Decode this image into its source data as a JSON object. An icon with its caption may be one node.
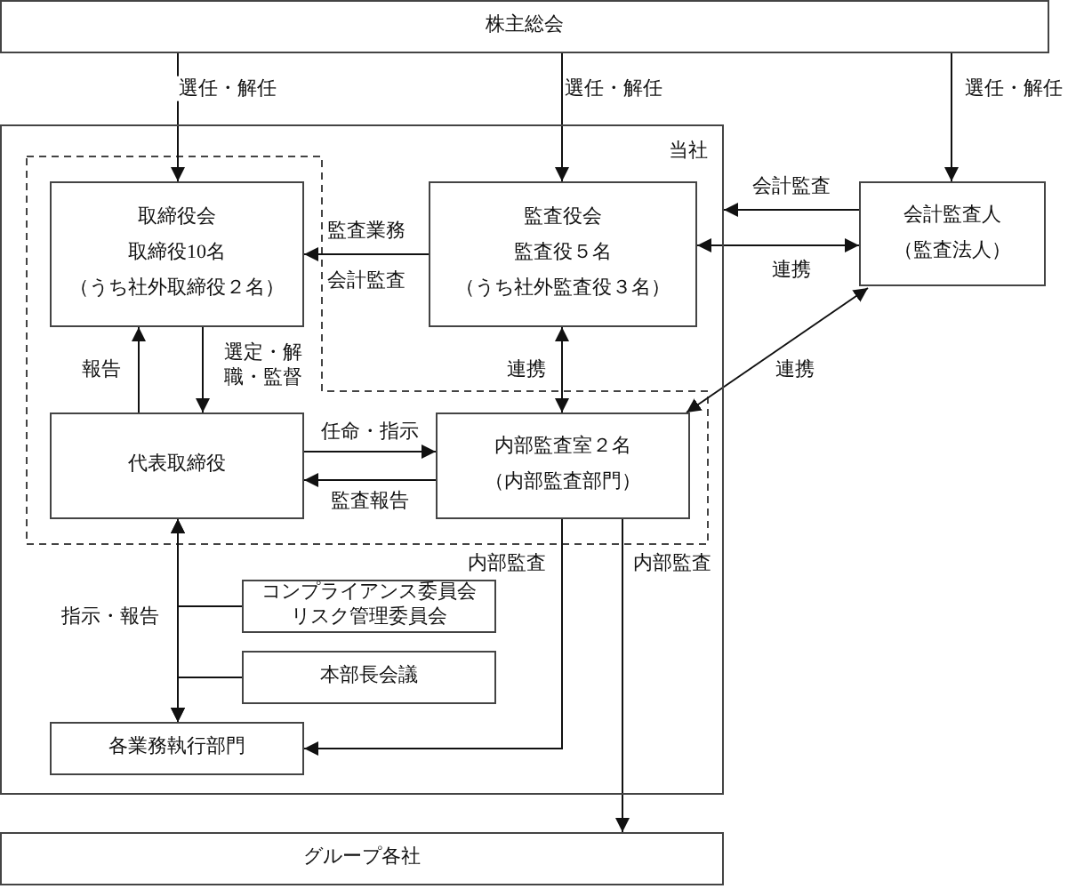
{
  "diagram": {
    "nodes": [
      {
        "text": [
          "株主総会"
        ]
      },
      {
        "text": [
          "当社"
        ]
      },
      {
        "text": [
          "取締役会",
          "取締役10名",
          "（うち社外取締役２名）"
        ],
        "in": 1
      },
      {
        "text": [
          "監査役会",
          "監査役５名",
          "（うち社外監査役３名）"
        ],
        "in": 1
      },
      {
        "text": [
          "会計監査人",
          "（監査法人）"
        ]
      },
      {
        "text": [
          "代表取締役"
        ],
        "in": 1
      },
      {
        "text": [
          "内部監査室２名",
          "（内部監査部門）"
        ],
        "in": 1
      },
      {
        "text": [
          "コンプライアンス委員会",
          "リスク管理委員会"
        ],
        "in": 1
      },
      {
        "text": [
          "本部長会議"
        ],
        "in": 1
      },
      {
        "text": [
          "各業務執行部門"
        ],
        "in": 1
      },
      {
        "text": [
          "グループ各社"
        ]
      }
    ],
    "edges": [
      {
        "from": 0,
        "to": 2,
        "arrow": "to",
        "label": "選任・解任"
      },
      {
        "from": 0,
        "to": 3,
        "arrow": "to",
        "label": "選任・解任"
      },
      {
        "from": 0,
        "to": 4,
        "arrow": "to",
        "label": "選任・解任"
      },
      {
        "from": 4,
        "to": 1,
        "arrow": "to",
        "label": "会計監査"
      },
      {
        "from": 3,
        "to": 4,
        "arrow": "both",
        "label": "連携"
      },
      {
        "from": 3,
        "to": 2,
        "arrow": "to",
        "label": "監査業務"
      },
      {
        "from": 5,
        "to": 2,
        "arrow": "to",
        "label": "報告"
      },
      {
        "from": 2,
        "to": 5,
        "arrow": "to",
        "label": "選定・解職・監督"
      },
      {
        "from": 3,
        "to": 6,
        "arrow": "both",
        "label": "連携"
      },
      {
        "from": 4,
        "to": 6,
        "arrow": "both",
        "label": "連携"
      },
      {
        "from": 5,
        "to": 6,
        "arrow": "to",
        "label": "任命・指示"
      },
      {
        "from": 6,
        "to": 5,
        "arrow": "to",
        "label": "監査報告"
      },
      {
        "from": 5,
        "to": 9,
        "arrow": "both",
        "label": "指示・報告"
      },
      {
        "from": 7,
        "to": 5,
        "arrow": "to"
      },
      {
        "from": 7,
        "to": 9,
        "arrow": "to"
      },
      {
        "from": 8,
        "to": 5,
        "arrow": "to"
      },
      {
        "from": 8,
        "to": 9,
        "arrow": "to"
      },
      {
        "from": 6,
        "to": 9,
        "arrow": "to",
        "label": "内部監査"
      },
      {
        "from": 6,
        "to": 10,
        "arrow": "to",
        "label": "内部監査"
      }
    ],
    "labels": [
      "会計監査"
    ]
  }
}
